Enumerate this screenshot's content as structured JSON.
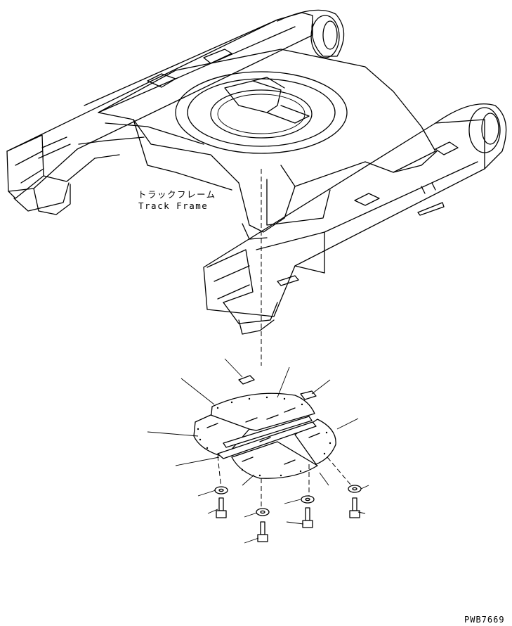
{
  "diagram": {
    "track_frame_label_ja": "トラックフレーム",
    "track_frame_label_en": "Track Frame",
    "drawing_code": "PWB7669"
  }
}
